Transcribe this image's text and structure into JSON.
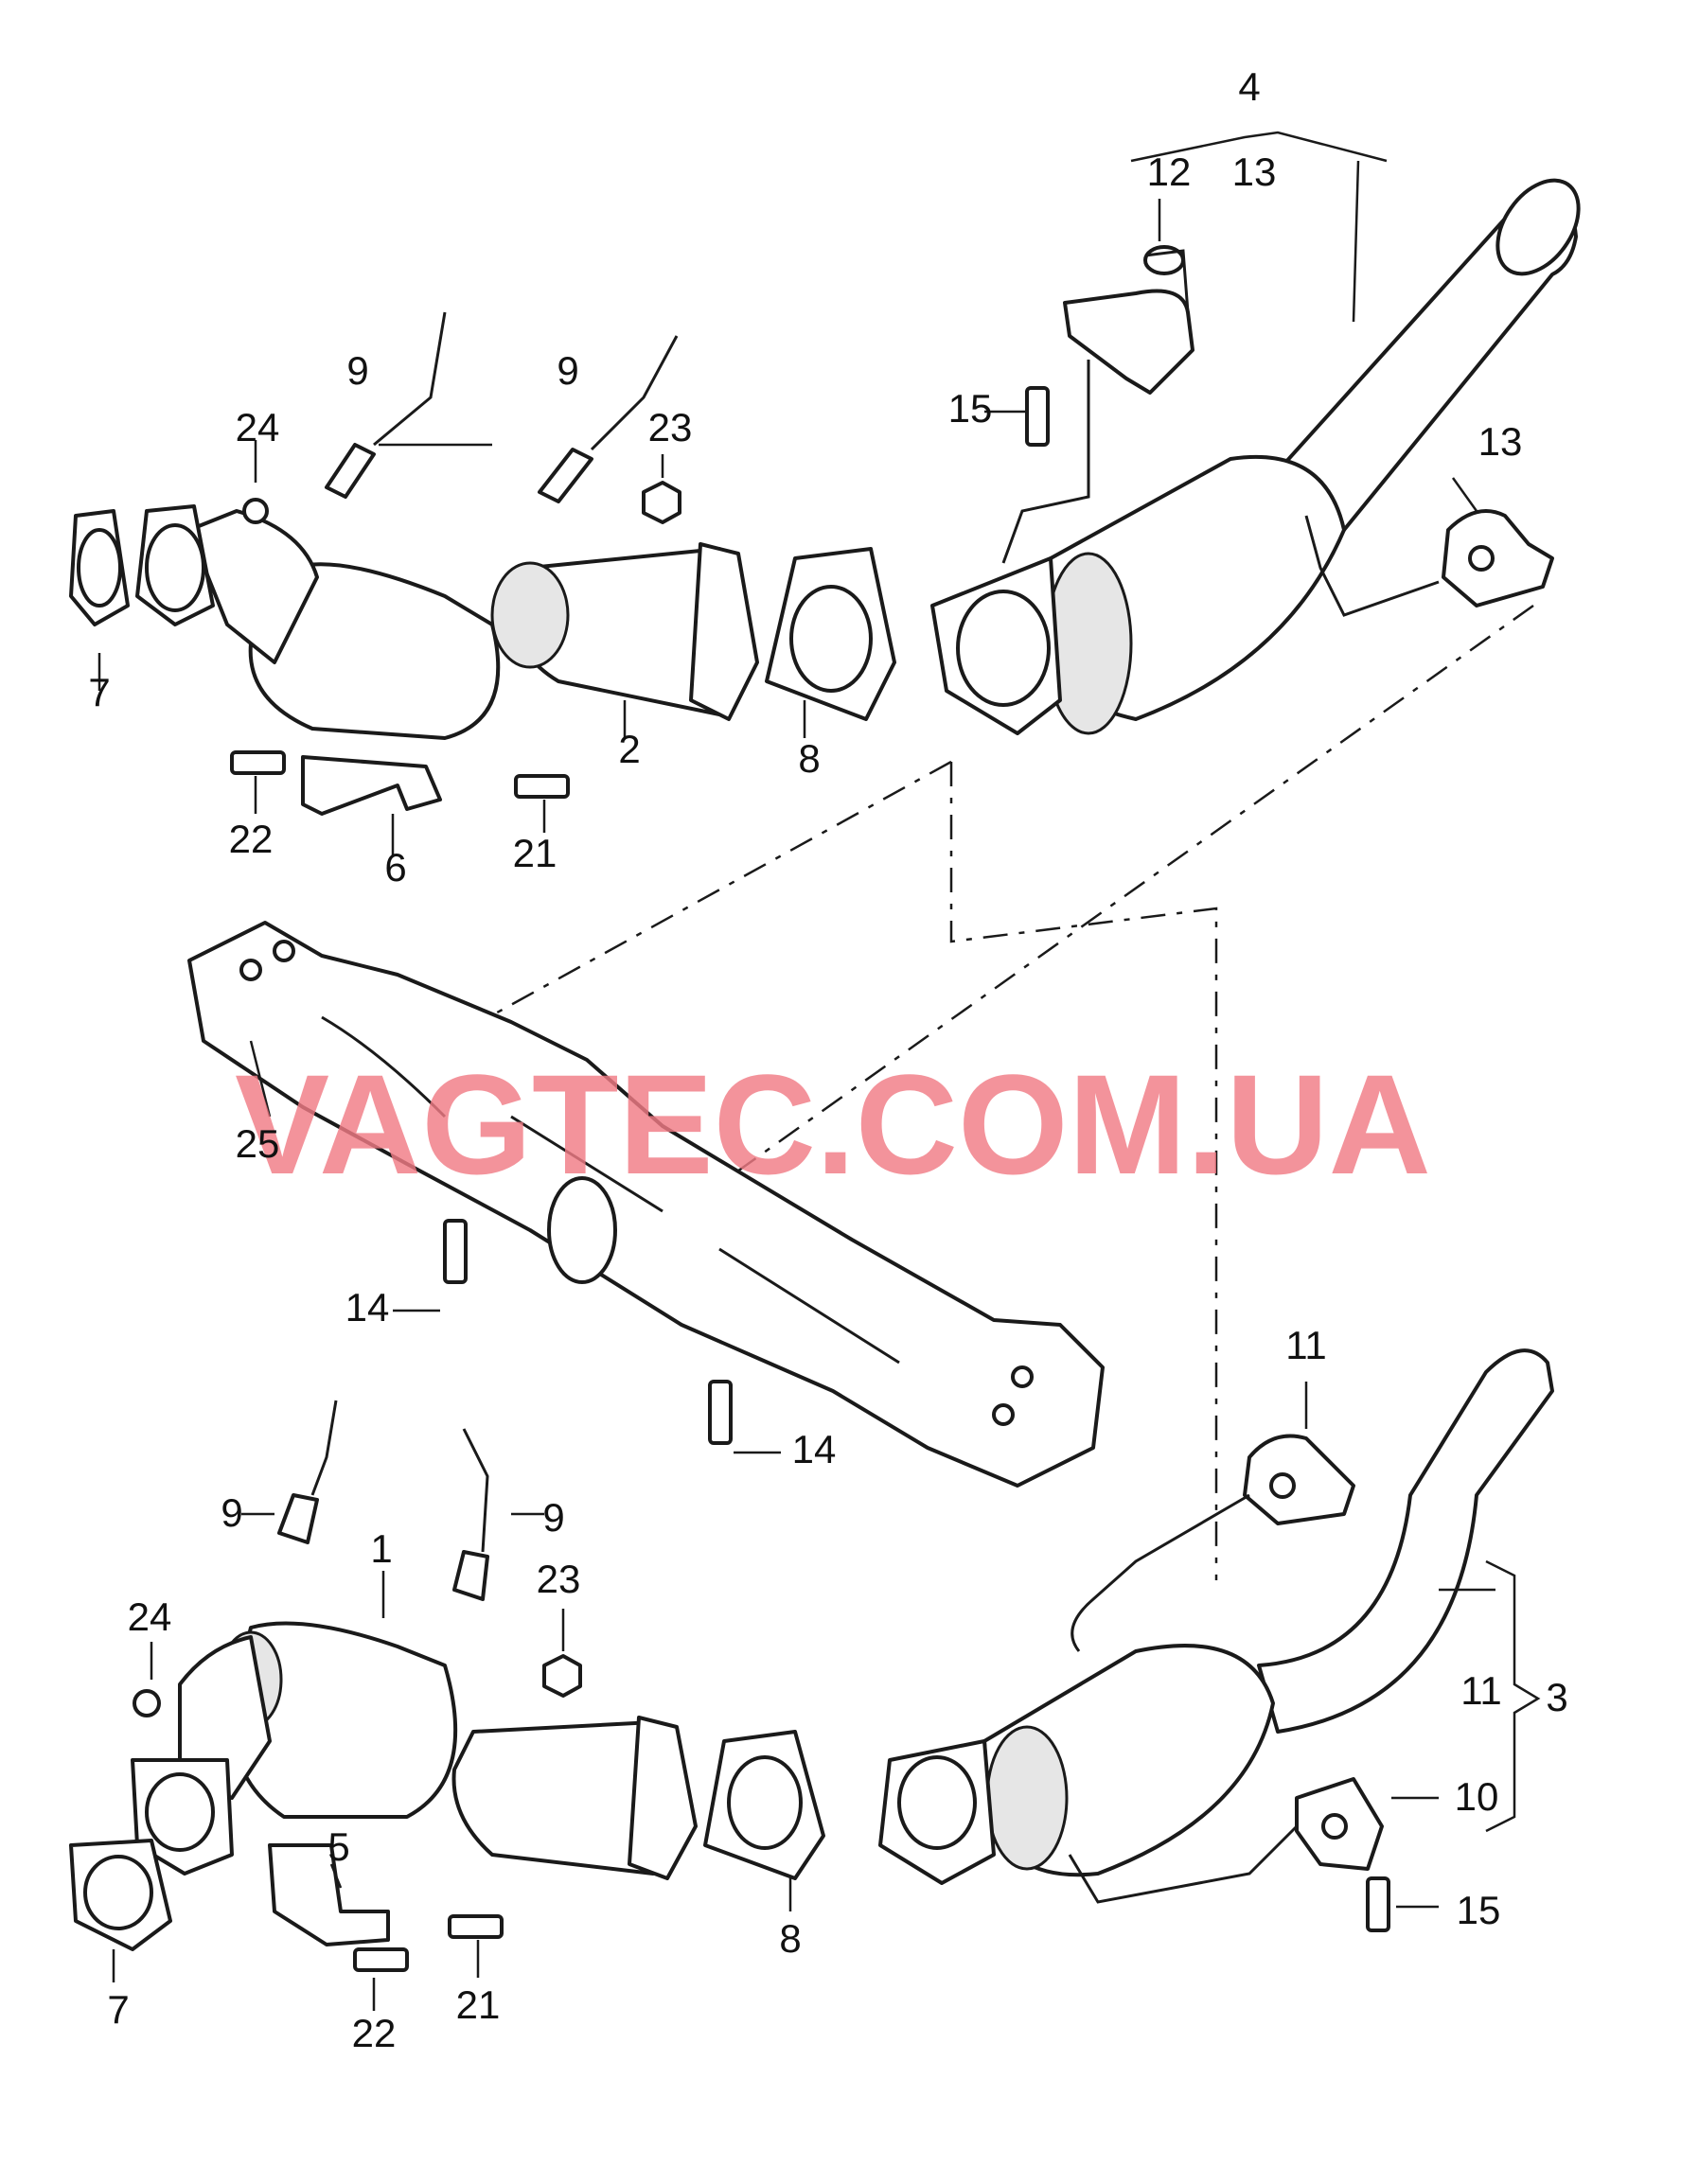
{
  "watermark": "VAGTEC.COM.UA",
  "callouts": {
    "c1": "1",
    "c2": "2",
    "c3": "3",
    "c4": "4",
    "c5": "5",
    "c6": "6",
    "c7a": "7",
    "c7b": "7",
    "c8a": "8",
    "c8b": "8",
    "c9a": "9",
    "c9b": "9",
    "c9c": "9",
    "c9d": "9",
    "c10": "10",
    "c11a": "11",
    "c11b": "11",
    "c12": "12",
    "c13a": "13",
    "c13b": "13",
    "c14a": "14",
    "c14b": "14",
    "c15a": "15",
    "c15b": "15",
    "c21a": "21",
    "c21b": "21",
    "c22a": "22",
    "c22b": "22",
    "c23a": "23",
    "c23b": "23",
    "c24a": "24",
    "c24b": "24",
    "c25": "25"
  }
}
